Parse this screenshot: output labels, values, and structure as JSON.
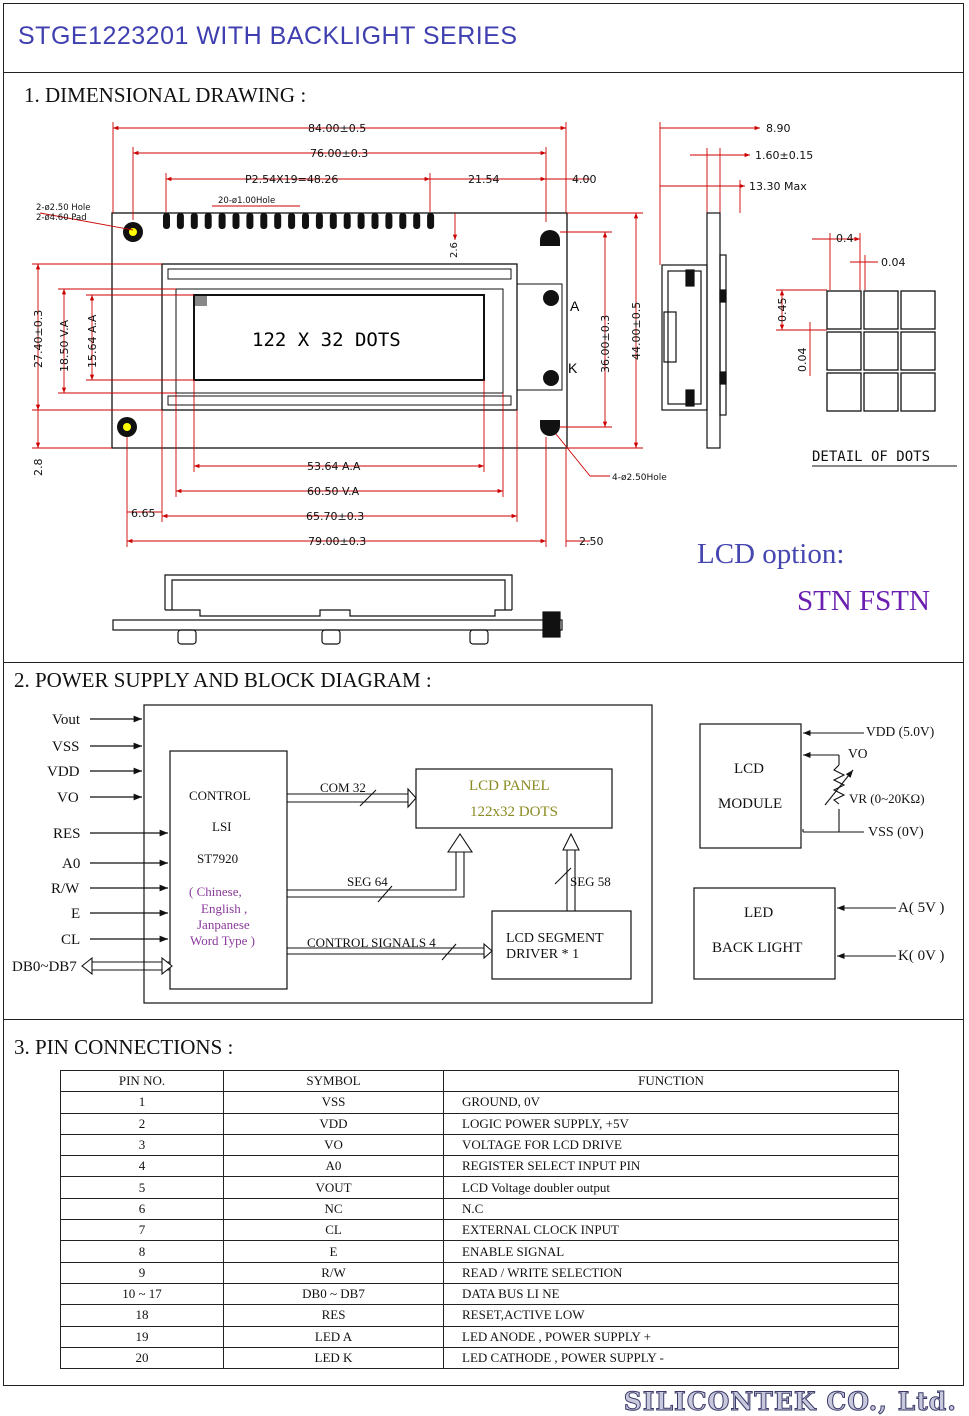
{
  "header": {
    "title": "STGE1223201  WITH BACKLIGHT SERIES"
  },
  "sections": {
    "dimensional": "1. DIMENSIONAL  DRAWING :",
    "power": "2. POWER SUPPLY   AND  BLOCK DIAGRAM :",
    "pins": "3. PIN  CONNECTIONS :"
  },
  "drawing": {
    "dim_84": "84.00±0.5",
    "dim_76": "76.00±0.3",
    "dim_pitch": "P2.54X19=48.26",
    "dim_2154": "21.54",
    "dim_400": "4.00",
    "hole_label_1": "2-ø2.50 Hole",
    "hole_label_2": "2-ø4.60 Pad",
    "pin_holes": "20-ø1.00Hole",
    "dim_26": "2.6",
    "dim_2740": "27.40±0.3",
    "dim_1850": "18.50  V.A",
    "dim_1564": "15.64  A.A",
    "screen_text": "122  X  32  DOTS",
    "pin_a": "A",
    "pin_k": "K",
    "dim_36": "36.00±0.3",
    "dim_44": "44.00±0.5",
    "dim_28": "2.8",
    "dim_5364": "53.64  A.A",
    "dim_6050": "60.50  V.A",
    "dim_665": "6.65",
    "dim_6570": "65.70±0.3",
    "dim_79": "79.00±0.3",
    "dim_250": "2.50",
    "holes_4": "4-ø2.50Hole",
    "side_890": "8.90",
    "side_160": "1.60±0.15",
    "side_1330": "13.30  Max",
    "dot_04a": "0.4",
    "dot_004a": "0.04",
    "dot_045": "0.45",
    "dot_004b": "0.04",
    "detail_dots": "DETAIL  OF  DOTS"
  },
  "lcd_option": {
    "label": "LCD option:",
    "types": "STN  FSTN"
  },
  "block": {
    "inputs": [
      "Vout",
      "VSS",
      "VDD",
      "VO",
      "RES",
      "A0",
      "R/W",
      "E",
      "CL",
      "DB0~DB7"
    ],
    "lsi_lines": [
      "CONTROL",
      "LSI",
      "ST7920"
    ],
    "lsi_lang": [
      "(   Chinese,",
      "English ,",
      "Janpanese",
      "Word Type  )"
    ],
    "com": "COM 32",
    "seg64": "SEG 64",
    "ctrl": "CONTROL SIGNALS 4",
    "seg58": "SEG 58",
    "panel_title": "LCD  PANEL",
    "panel_dots": "122x32 DOTS",
    "driver_1": "LCD  SEGMENT",
    "driver_2": "DRIVER * 1"
  },
  "power": {
    "lcd_1": "LCD",
    "lcd_2": "MODULE",
    "vdd": "VDD (5.0V)",
    "vo": "VO",
    "vr": "VR (0~20KΩ)",
    "vss": "VSS (0V)",
    "led_1": "LED",
    "led_2": "BACK LIGHT",
    "a": "A( 5V )",
    "k": "K( 0V )"
  },
  "pin_table": {
    "headers": [
      "PIN  NO.",
      "SYMBOL",
      "FUNCTION"
    ],
    "rows": [
      [
        "1",
        "VSS",
        "GROUND, 0V"
      ],
      [
        "2",
        "VDD",
        "LOGIC  POWER  SUPPLY,  +5V"
      ],
      [
        "3",
        "VO",
        "VOLTAGE    FOR   LCD   DRIVE"
      ],
      [
        "4",
        "A0",
        "REGISTER SELECT INPUT PIN"
      ],
      [
        "5",
        "VOUT",
        "LCD Voltage doubler output"
      ],
      [
        "6",
        "NC",
        "N.C"
      ],
      [
        "7",
        "CL",
        "EXTERNAL CLOCK INPUT"
      ],
      [
        "8",
        "E",
        "ENABLE SIGNAL"
      ],
      [
        "9",
        "R/W",
        "READ / WRITE  SELECTION"
      ],
      [
        "10 ~ 17",
        "DB0 ~ DB7",
        "DATA  BUS  LI NE"
      ],
      [
        "18",
        "RES",
        "RESET,ACTIVE LOW"
      ],
      [
        "19",
        "LED A",
        "LED ANODE ,  POWER  SUPPLY  +"
      ],
      [
        "20",
        "LED K",
        "LED CATHODE , POWER SUPPLY  -"
      ]
    ]
  },
  "footer": {
    "brand": "SILICONTEK CO., Ltd."
  }
}
